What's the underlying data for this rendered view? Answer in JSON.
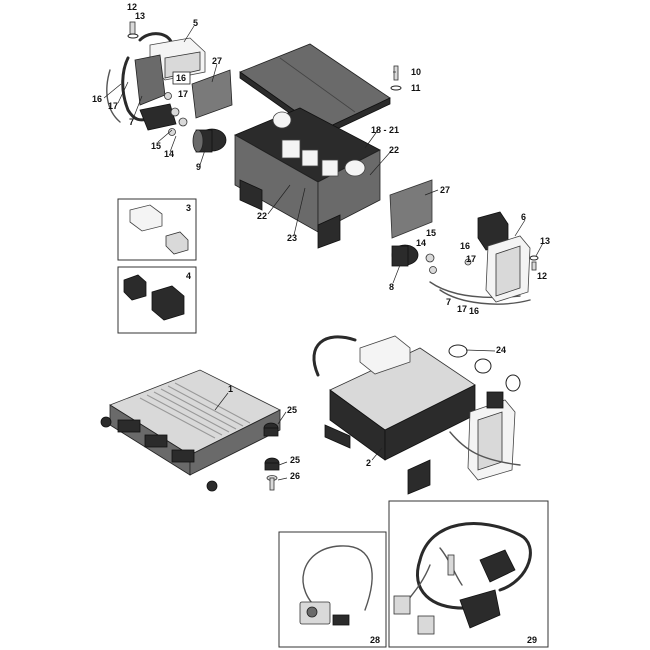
{
  "callouts": {
    "c1": "1",
    "c2": "2",
    "c3": "3",
    "c4": "4",
    "c5": "5",
    "c6": "6",
    "c7a": "7",
    "c7b": "7",
    "c8": "8",
    "c9": "9",
    "c10": "10",
    "c11": "11",
    "c12a": "12",
    "c12b": "12",
    "c13a": "13",
    "c13b": "13",
    "c14a": "14",
    "c14b": "14",
    "c15a": "15",
    "c15b": "15",
    "c16a": "16",
    "c16b": "16",
    "c16c": "16",
    "c16d": "16",
    "c17a": "17",
    "c17b": "17",
    "c17c": "17",
    "c17d": "17",
    "c18": "18 - 21",
    "c22a": "22",
    "c22b": "22",
    "c23": "23",
    "c24": "24",
    "c25a": "25",
    "c25b": "25",
    "c26": "26",
    "c27a": "27",
    "c27b": "27",
    "c28": "28",
    "c29": "29"
  }
}
